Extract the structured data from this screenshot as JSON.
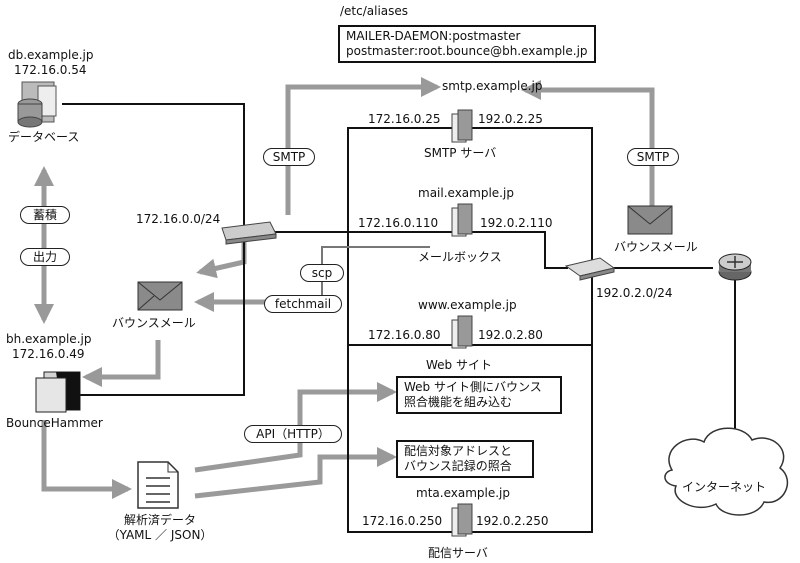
{
  "aliases": {
    "path": "/etc/aliases",
    "lines": [
      "MAILER-DAEMON:postmaster",
      "postmaster:root.bounce@bh.example.jp"
    ]
  },
  "db": {
    "hostname": "db.example.jp",
    "ip": "172.16.0.54",
    "label": "データベース"
  },
  "bh": {
    "hostname": "bh.example.jp",
    "ip": "172.16.0.49",
    "label": "BounceHammer"
  },
  "pills": {
    "accumulate": "蓄積",
    "output": "出力",
    "smtp_left": "SMTP",
    "smtp_right": "SMTP",
    "scp": "scp",
    "fetchmail": "fetchmail",
    "api": "API（HTTP）"
  },
  "network": {
    "internal": "172.16.0.0/24",
    "external": "192.0.2.0/24",
    "internet": "インターネット"
  },
  "smtp_server": {
    "hostname": "smtp.example.jp",
    "ip_internal": "172.16.0.25",
    "ip_external": "192.0.2.25",
    "label": "SMTP サーバ"
  },
  "mail_server": {
    "hostname": "mail.example.jp",
    "ip_internal": "172.16.0.110",
    "ip_external": "192.0.2.110",
    "label": "メールボックス"
  },
  "web_server": {
    "hostname": "www.example.jp",
    "ip_internal": "172.16.0.80",
    "ip_external": "192.0.2.80",
    "label": "Web サイト"
  },
  "mta_server": {
    "hostname": "mta.example.jp",
    "ip_internal": "172.16.0.250",
    "ip_external": "192.0.2.250",
    "label": "配信サーバ"
  },
  "bounce_mail": {
    "left_label": "バウンスメール",
    "right_label": "バウンスメール"
  },
  "parsed": {
    "line1": "解析済データ",
    "line2": "（YAML ／ JSON）"
  },
  "callouts": {
    "web": [
      "Web サイト側にバウンス",
      "照合機能を組み込む"
    ],
    "mta": [
      "配信対象アドレスと",
      "バウンス記録の照合"
    ]
  }
}
